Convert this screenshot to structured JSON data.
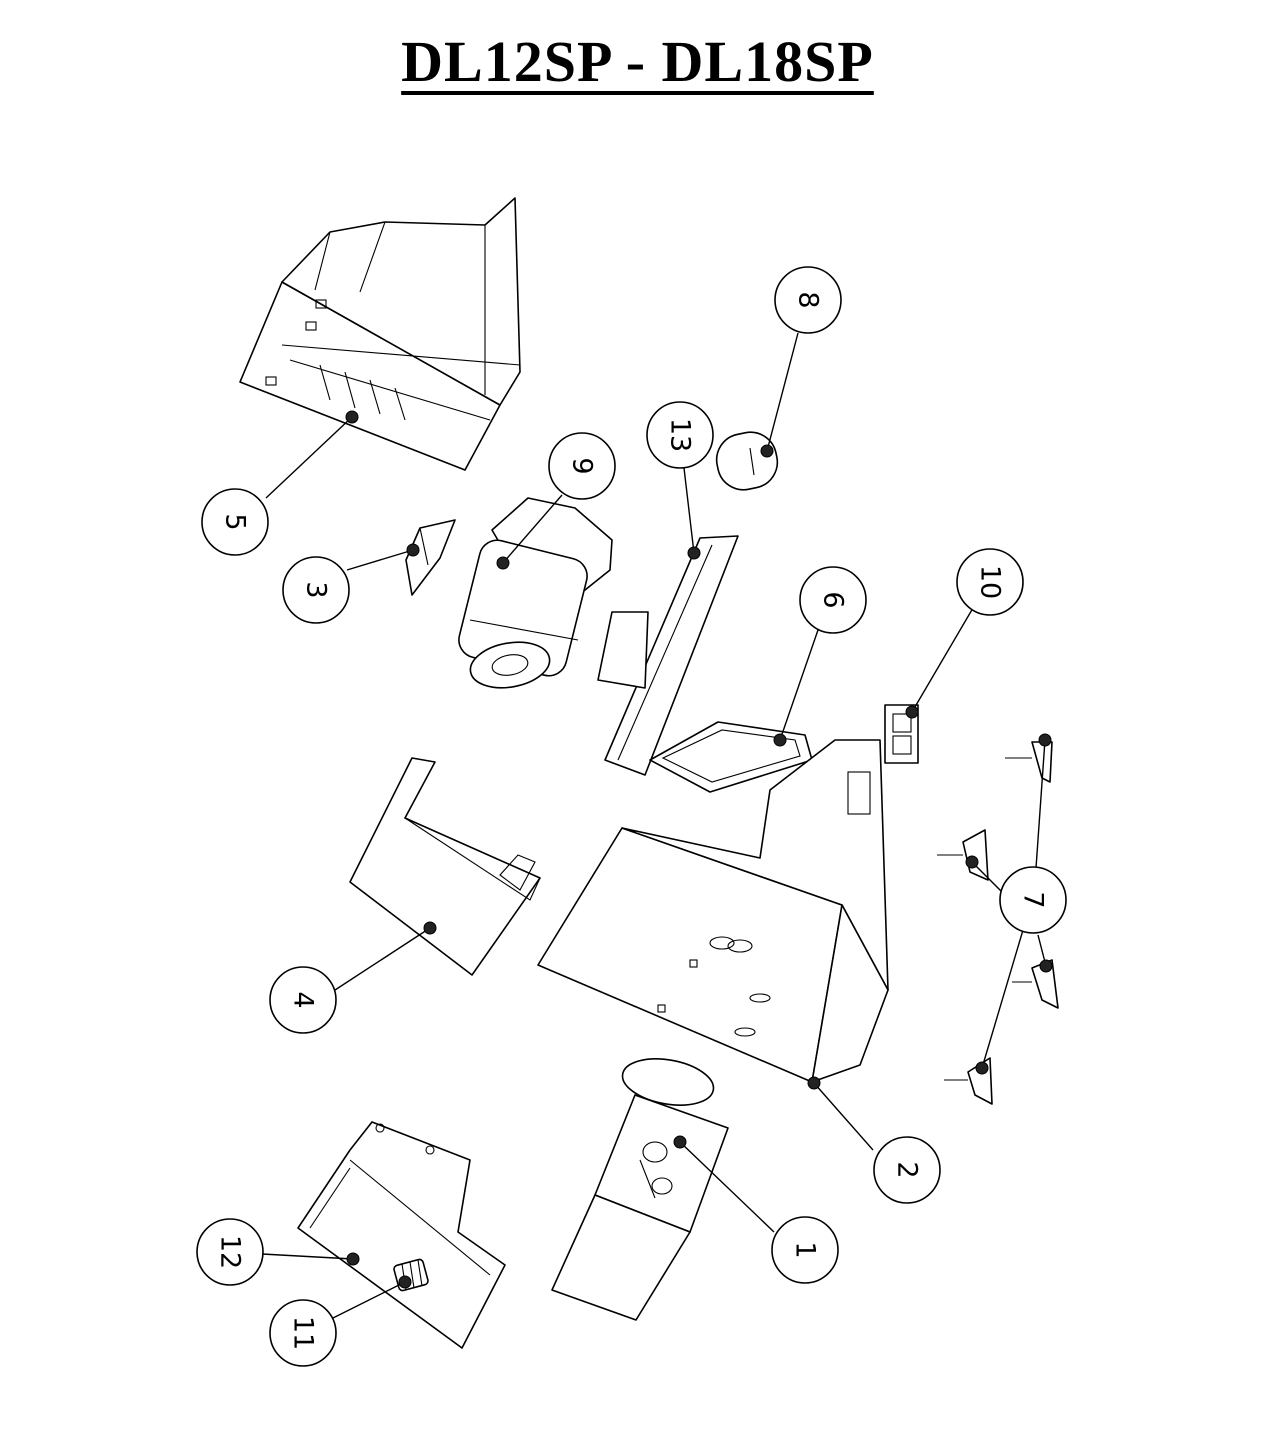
{
  "title": "DL12SP - DL18SP",
  "callouts": [
    {
      "label": "1"
    },
    {
      "label": "2"
    },
    {
      "label": "3"
    },
    {
      "label": "4"
    },
    {
      "label": "5"
    },
    {
      "label": "6"
    },
    {
      "label": "7"
    },
    {
      "label": "8"
    },
    {
      "label": "9"
    },
    {
      "label": "10"
    },
    {
      "label": "11"
    },
    {
      "label": "12"
    },
    {
      "label": "13"
    }
  ]
}
